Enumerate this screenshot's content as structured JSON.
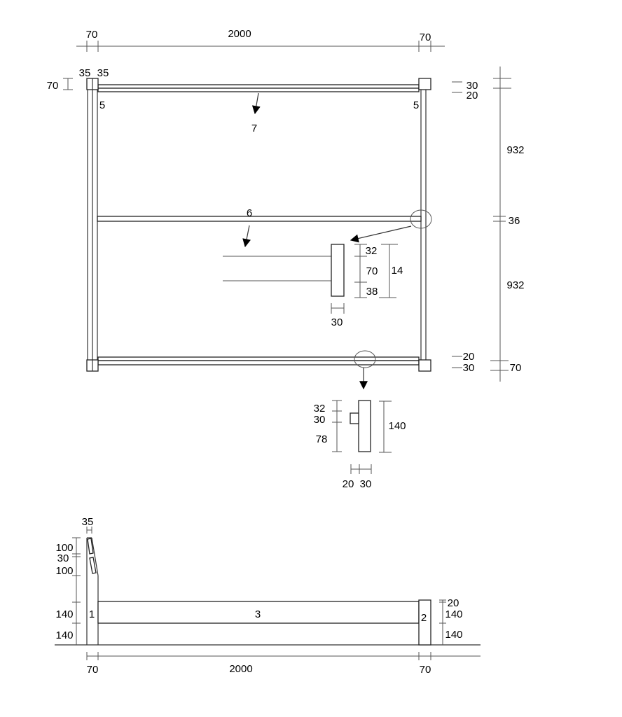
{
  "plan": {
    "top_dims": {
      "left": "70",
      "middle": "2000",
      "right": "70"
    },
    "post_dims": {
      "a": "35",
      "b": "35",
      "height": "70"
    },
    "part_labels": {
      "post_left": "5",
      "post_right": "5",
      "rail_top": "7",
      "rail_middle": "6"
    },
    "right_dims": {
      "top_30": "30",
      "top_20": "20",
      "upper": "932",
      "middle": "36",
      "lower": "932",
      "bottom_20": "20",
      "bottom_30": "30",
      "bottom_70": "70"
    },
    "detail_middle": {
      "d1": "32",
      "d2": "70",
      "d3": "38",
      "total": "14",
      "width": "30"
    },
    "detail_bottom": {
      "d1": "32",
      "d2": "30",
      "d3": "78",
      "total": "140",
      "w1": "20",
      "w2": "30"
    }
  },
  "side": {
    "headboard_dims": {
      "top_width": "35",
      "h1": "100",
      "h2": "30",
      "h3": "100",
      "h4": "140",
      "h5": "140"
    },
    "part_labels": {
      "headboard": "1",
      "footboard": "2",
      "side_rail": "3"
    },
    "footboard_dims": {
      "h1": "20",
      "h2": "140",
      "h3": "140"
    },
    "bottom_dims": {
      "left": "70",
      "middle": "2000",
      "right": "70"
    }
  }
}
